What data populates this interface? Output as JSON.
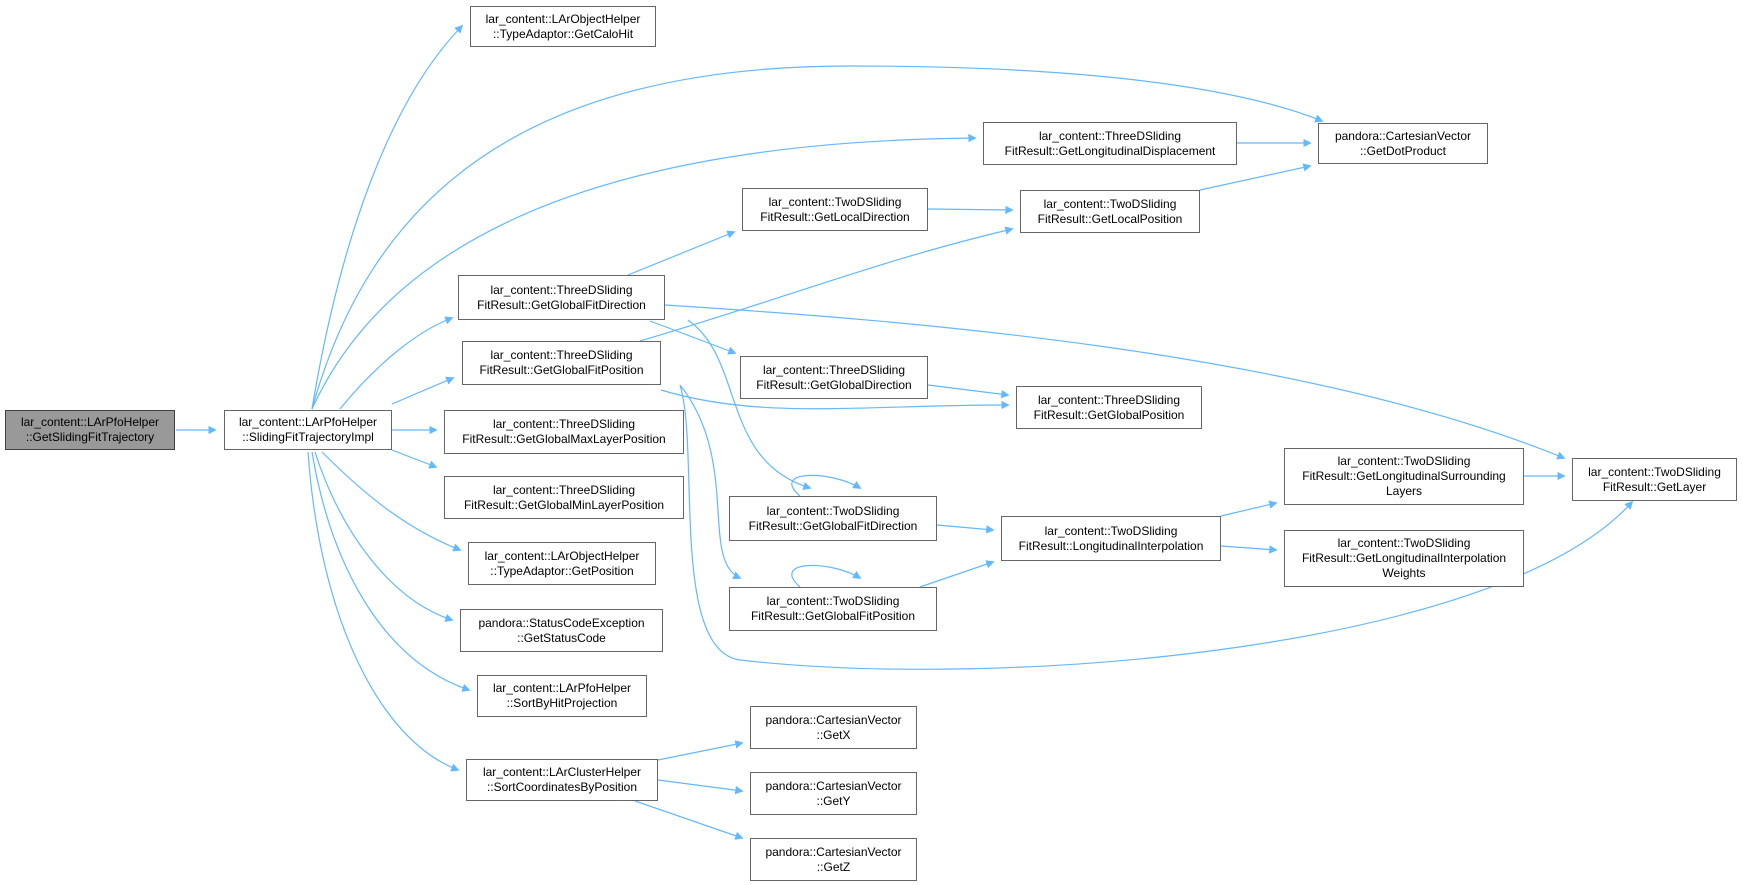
{
  "colors": {
    "edge": "#63b8ff",
    "node_border": "#666666",
    "root_fill": "#999999"
  },
  "nodes": [
    {
      "id": "n0",
      "lines": [
        "lar_content::LArPfoHelper",
        "::GetSlidingFitTrajectory"
      ],
      "root": true
    },
    {
      "id": "n1",
      "lines": [
        "lar_content::LArPfoHelper",
        "::SlidingFitTrajectoryImpl"
      ]
    },
    {
      "id": "n2",
      "lines": [
        "lar_content::LArObjectHelper",
        "::TypeAdaptor::GetCaloHit"
      ]
    },
    {
      "id": "n3",
      "lines": [
        "pandora::CartesianVector",
        "::GetDotProduct"
      ]
    },
    {
      "id": "n4",
      "lines": [
        "lar_content::ThreeDSliding",
        "FitResult::GetLongitudinalDisplacement"
      ]
    },
    {
      "id": "n5",
      "lines": [
        "lar_content::TwoDSliding",
        "FitResult::GetLocalDirection"
      ]
    },
    {
      "id": "n6",
      "lines": [
        "lar_content::TwoDSliding",
        "FitResult::GetLocalPosition"
      ]
    },
    {
      "id": "n7",
      "lines": [
        "lar_content::ThreeDSliding",
        "FitResult::GetGlobalFitDirection"
      ]
    },
    {
      "id": "n8",
      "lines": [
        "lar_content::ThreeDSliding",
        "FitResult::GetGlobalFitPosition"
      ]
    },
    {
      "id": "n9",
      "lines": [
        "lar_content::ThreeDSliding",
        "FitResult::GetGlobalDirection"
      ]
    },
    {
      "id": "n10",
      "lines": [
        "lar_content::ThreeDSliding",
        "FitResult::GetGlobalPosition"
      ]
    },
    {
      "id": "n11",
      "lines": [
        "lar_content::ThreeDSliding",
        "FitResult::GetGlobalMaxLayerPosition"
      ]
    },
    {
      "id": "n12",
      "lines": [
        "lar_content::ThreeDSliding",
        "FitResult::GetGlobalMinLayerPosition"
      ]
    },
    {
      "id": "n13",
      "lines": [
        "lar_content::TwoDSliding",
        "FitResult::GetLongitudinalSurrounding",
        "Layers"
      ]
    },
    {
      "id": "n14",
      "lines": [
        "lar_content::TwoDSliding",
        "FitResult::GetLayer"
      ]
    },
    {
      "id": "n15",
      "lines": [
        "lar_content::TwoDSliding",
        "FitResult::GetGlobalFitDirection"
      ]
    },
    {
      "id": "n16",
      "lines": [
        "lar_content::TwoDSliding",
        "FitResult::LongitudinalInterpolation"
      ]
    },
    {
      "id": "n17",
      "lines": [
        "lar_content::TwoDSliding",
        "FitResult::GetLongitudinalInterpolation",
        "Weights"
      ]
    },
    {
      "id": "n18",
      "lines": [
        "lar_content::LArObjectHelper",
        "::TypeAdaptor::GetPosition"
      ]
    },
    {
      "id": "n19",
      "lines": [
        "lar_content::TwoDSliding",
        "FitResult::GetGlobalFitPosition"
      ]
    },
    {
      "id": "n20",
      "lines": [
        "pandora::StatusCodeException",
        "::GetStatusCode"
      ]
    },
    {
      "id": "n21",
      "lines": [
        "lar_content::LArPfoHelper",
        "::SortByHitProjection"
      ]
    },
    {
      "id": "n22",
      "lines": [
        "pandora::CartesianVector",
        "::GetX"
      ]
    },
    {
      "id": "n23",
      "lines": [
        "lar_content::LArClusterHelper",
        "::SortCoordinatesByPosition"
      ]
    },
    {
      "id": "n24",
      "lines": [
        "pandora::CartesianVector",
        "::GetY"
      ]
    },
    {
      "id": "n25",
      "lines": [
        "pandora::CartesianVector",
        "::GetZ"
      ]
    }
  ]
}
